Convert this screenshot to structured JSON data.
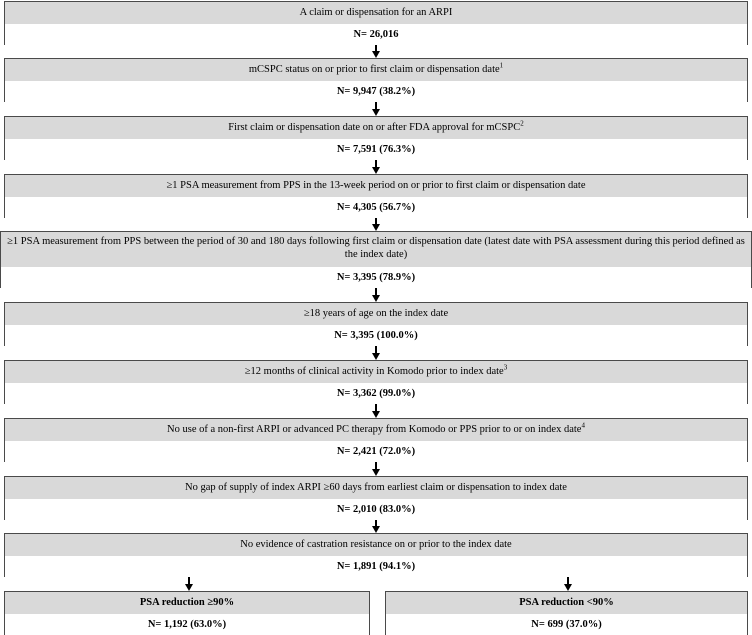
{
  "chart_data": {
    "type": "flowchart",
    "title": "Patient attrition flowchart",
    "orientation": "top-to-bottom",
    "nodes": [
      {
        "id": "n1",
        "criteria": "A claim or dispensation for an ARPI",
        "superscript": "",
        "count_label": "N= 26,016",
        "n": 26016,
        "percent": null
      },
      {
        "id": "n2",
        "criteria": "mCSPC status on or prior to first claim or dispensation date",
        "superscript": "1",
        "count_label": "N= 9,947 (38.2%)",
        "n": 9947,
        "percent": 38.2
      },
      {
        "id": "n3",
        "criteria": "First claim or dispensation date on or after FDA approval for mCSPC",
        "superscript": "2",
        "count_label": "N= 7,591 (76.3%)",
        "n": 7591,
        "percent": 76.3
      },
      {
        "id": "n4",
        "criteria": "≥1 PSA measurement from PPS in the 13-week period on or prior to first claim or dispensation date",
        "superscript": "",
        "count_label": "N= 4,305 (56.7%)",
        "n": 4305,
        "percent": 56.7
      },
      {
        "id": "n5",
        "criteria": "≥1 PSA measurement from PPS between the period of 30 and 180 days following first claim or dispensation date (latest date with PSA assessment during this period defined as the index date)",
        "superscript": "",
        "count_label": "N= 3,395 (78.9%)",
        "n": 3395,
        "percent": 78.9
      },
      {
        "id": "n6",
        "criteria": "≥18 years of age on the index date",
        "superscript": "",
        "count_label": "N= 3,395 (100.0%)",
        "n": 3395,
        "percent": 100.0
      },
      {
        "id": "n7",
        "criteria": "≥12 months of clinical activity in Komodo prior to index date",
        "superscript": "3",
        "count_label": "N= 3,362 (99.0%)",
        "n": 3362,
        "percent": 99.0
      },
      {
        "id": "n8",
        "criteria": "No use of a non-first ARPI or advanced PC therapy from Komodo or PPS prior to or on index date",
        "superscript": "4",
        "count_label": "N= 2,421 (72.0%)",
        "n": 2421,
        "percent": 72.0
      },
      {
        "id": "n9",
        "criteria": "No gap of supply of index ARPI ≥60 days from earliest claim or dispensation to index date",
        "superscript": "",
        "count_label": "N= 2,010 (83.0%)",
        "n": 2010,
        "percent": 83.0
      },
      {
        "id": "n10",
        "criteria": "No evidence of castration resistance on or prior to the index date",
        "superscript": "",
        "count_label": "N= 1,891 (94.1%)",
        "n": 1891,
        "percent": 94.1
      },
      {
        "id": "n11a",
        "criteria": "PSA reduction ≥90%",
        "superscript": "",
        "count_label": "N= 1,192 (63.0%)",
        "n": 1192,
        "percent": 63.0
      },
      {
        "id": "n11b",
        "criteria": "PSA reduction <90%",
        "superscript": "",
        "count_label": "N= 699 (37.0%)",
        "n": 699,
        "percent": 37.0
      }
    ],
    "colors": {
      "criteria_background": "#d9d9d9",
      "count_background": "#ffffff",
      "border": "#4a4a4a",
      "arrow": "#000000",
      "text": "#000000"
    }
  },
  "nodes": {
    "n1": {
      "criteria": "A claim or dispensation for an ARPI",
      "sup": "",
      "count": "N= 26,016"
    },
    "n2": {
      "criteria": "mCSPC status on or prior to first claim or dispensation date",
      "sup": "1",
      "count": "N= 9,947 (38.2%)"
    },
    "n3": {
      "criteria": "First claim or dispensation date on or after FDA approval for mCSPC",
      "sup": "2",
      "count": "N= 7,591 (76.3%)"
    },
    "n4": {
      "criteria": "≥1 PSA measurement from PPS in the 13-week period on or prior to first claim or dispensation date",
      "sup": "",
      "count": "N= 4,305 (56.7%)"
    },
    "n5": {
      "criteria": "≥1 PSA measurement from PPS between the period of 30 and 180 days following first claim or dispensation date (latest date with PSA assessment during this period defined as the index date)",
      "sup": "",
      "count": "N= 3,395 (78.9%)"
    },
    "n6": {
      "criteria": "≥18 years of age on the index date",
      "sup": "",
      "count": "N= 3,395 (100.0%)"
    },
    "n7": {
      "criteria": "≥12 months of clinical activity in Komodo prior to index date",
      "sup": "3",
      "count": "N= 3,362 (99.0%)"
    },
    "n8": {
      "criteria": "No use of a non-first ARPI or advanced PC therapy from Komodo or PPS prior to or on index date",
      "sup": "4",
      "count": "N= 2,421 (72.0%)"
    },
    "n9": {
      "criteria": "No gap of supply of index ARPI ≥60 days from earliest claim or dispensation to index date",
      "sup": "",
      "count": "N= 2,010 (83.0%)"
    },
    "n10": {
      "criteria": "No evidence of castration resistance on or prior to the index date",
      "sup": "",
      "count": "N= 1,891 (94.1%)"
    },
    "n11a": {
      "criteria": "PSA reduction ≥90%",
      "sup": "",
      "count": "N= 1,192 (63.0%)"
    },
    "n11b": {
      "criteria": "PSA reduction <90%",
      "sup": "",
      "count": "N= 699 (37.0%)"
    }
  }
}
